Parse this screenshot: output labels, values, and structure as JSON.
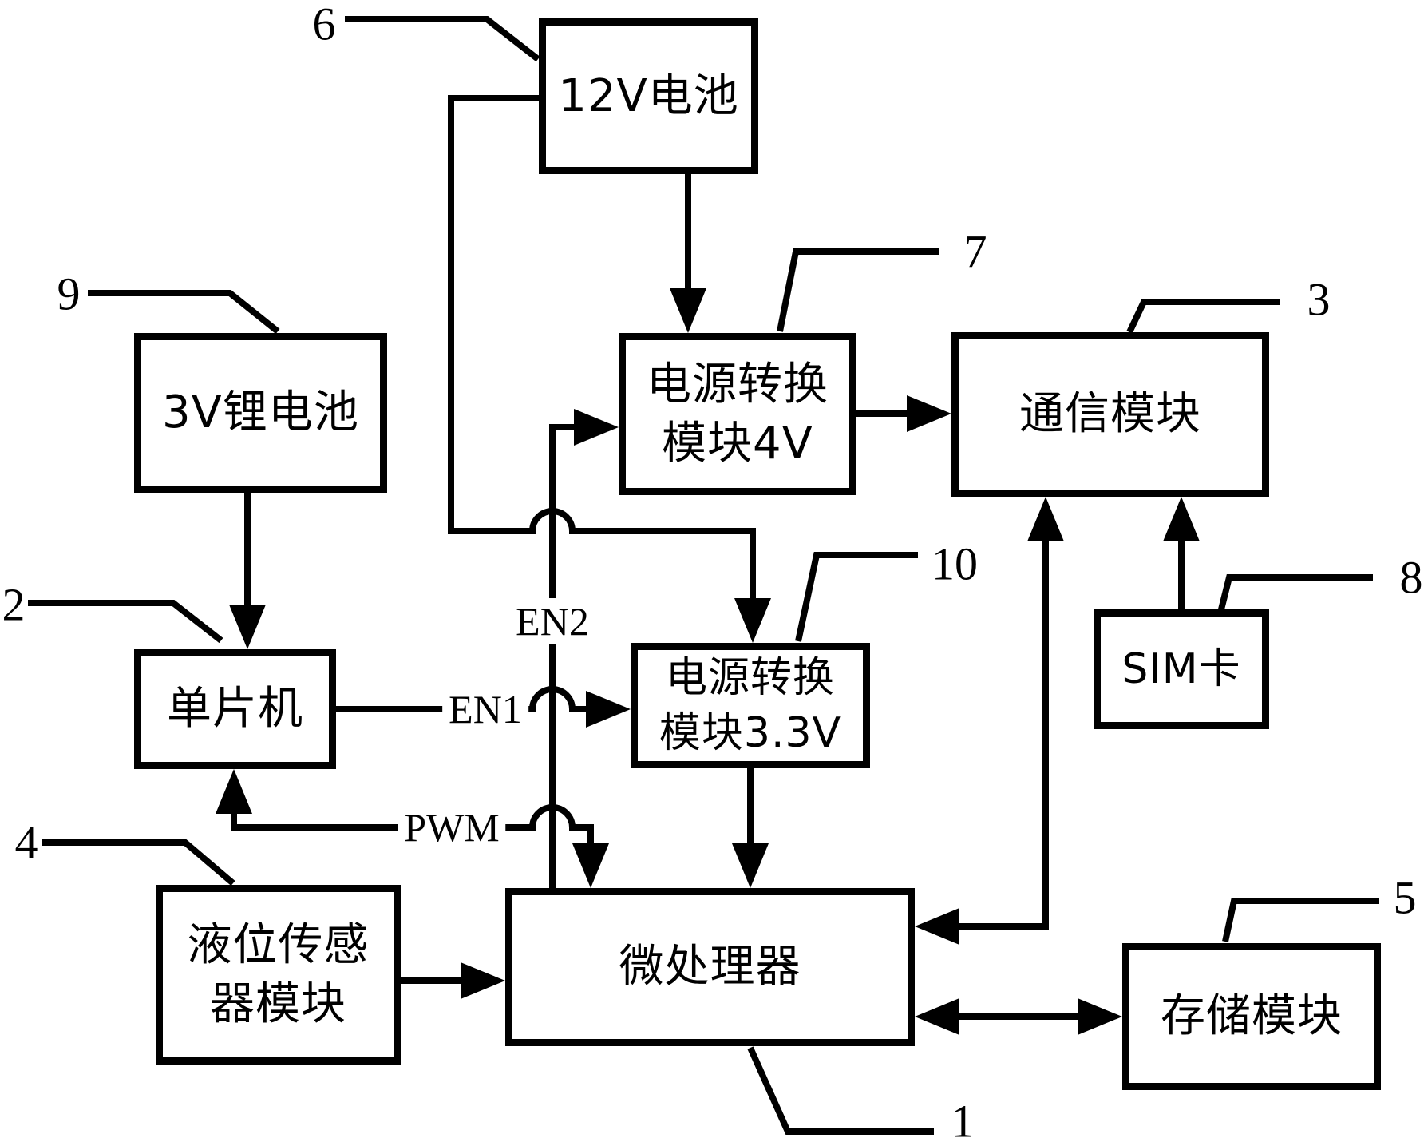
{
  "diagram": {
    "colors": {
      "ink": "#000000",
      "background": "#ffffff"
    },
    "blocks": {
      "battery12v": {
        "label": "12V电池",
        "ref": "6"
      },
      "battery3v": {
        "label": "3V锂电池",
        "ref": "9"
      },
      "mcu": {
        "label": "单片机",
        "ref": "2"
      },
      "level_sensor": {
        "line1": "液位传感",
        "line2": "器模块",
        "ref": "4"
      },
      "power4v": {
        "line1": "电源转换",
        "line2": "模块4V",
        "ref": "7"
      },
      "power33v": {
        "line1": "电源转换",
        "line2": "模块3.3V",
        "ref": "10"
      },
      "comm": {
        "label": "通信模块",
        "ref": "3"
      },
      "sim": {
        "label": "SIM卡",
        "ref": "8"
      },
      "mpu": {
        "label": "微处理器",
        "ref": "1"
      },
      "storage": {
        "label": "存储模块",
        "ref": "5"
      }
    },
    "signals": {
      "en1": "EN1",
      "en2": "EN2",
      "pwm": "PWM"
    },
    "callouts": {
      "c1": "1",
      "c2": "2",
      "c3": "3",
      "c4": "4",
      "c5": "5",
      "c6": "6",
      "c7": "7",
      "c8": "8",
      "c9": "9",
      "c10": "10"
    },
    "connections": [
      {
        "from": "12V电池",
        "to": "电源转换模块4V",
        "style": "arrow"
      },
      {
        "from": "12V电池",
        "to": "电源转换模块3.3V",
        "style": "arrow"
      },
      {
        "from": "3V锂电池",
        "to": "单片机",
        "style": "arrow"
      },
      {
        "from": "单片机",
        "to": "电源转换模块3.3V",
        "label": "EN1",
        "style": "arrow"
      },
      {
        "from": "微处理器",
        "to": "电源转换模块4V",
        "label": "EN2",
        "style": "arrow"
      },
      {
        "from": "微处理器",
        "to": "单片机",
        "label": "PWM",
        "style": "double-arrow"
      },
      {
        "from": "电源转换模块4V",
        "to": "通信模块",
        "style": "arrow"
      },
      {
        "from": "电源转换模块3.3V",
        "to": "微处理器",
        "style": "arrow"
      },
      {
        "from": "通信模块",
        "to": "微处理器",
        "style": "double-arrow"
      },
      {
        "from": "SIM卡",
        "to": "通信模块",
        "style": "arrow"
      },
      {
        "from": "液位传感器模块",
        "to": "微处理器",
        "style": "arrow"
      },
      {
        "from": "微处理器",
        "to": "存储模块",
        "style": "double-arrow"
      }
    ]
  }
}
